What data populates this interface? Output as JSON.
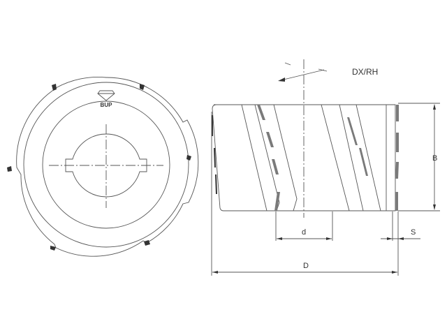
{
  "drawing": {
    "rotation_label": "DX/RH",
    "dimensions": {
      "bore": "d",
      "height": "B",
      "thickness": "S",
      "diameter": "D"
    },
    "logo": {
      "text": "BUP"
    }
  },
  "colors": {
    "line": "#555555",
    "insert": "#7a7a7a"
  }
}
